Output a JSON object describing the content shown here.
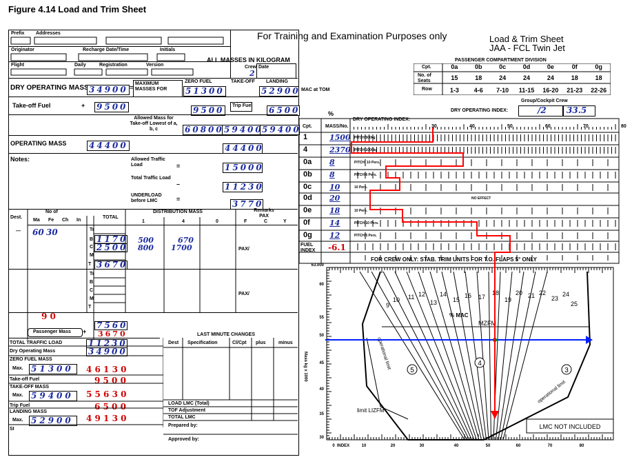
{
  "figure_title": "Figure 4.14  Load and Trim Sheet",
  "header": {
    "training_note": "For Training and Examination Purposes only",
    "sheet_title": "Load & Trim Sheet",
    "sheet_subtitle": "JAA - FCL Twin Jet",
    "all_masses": "ALL MASSES IN KILOGRAM",
    "crew": "Crew",
    "crew_value": "2",
    "date": "Date",
    "prefix": "Prefix",
    "addresses": "Addresses",
    "originator": "Originator",
    "recharge": "Recharge Date/Time",
    "initials": "Initials",
    "flight": "Flight",
    "daily": "Daily",
    "registration": "Registration",
    "version": "Version"
  },
  "masses": {
    "dry_operating_mass_label": "DRY OPERATING MASS",
    "dry_operating_mass": "34900",
    "takeoff_fuel_label": "Take-off Fuel",
    "takeoff_fuel": "9500",
    "max_masses_for": "MAXIMUM MASSES FOR",
    "zero_fuel_label": "ZERO FUEL",
    "zero_fuel": "51300",
    "takeoff_label": "TAKE-OFF",
    "landing_label": "LANDING",
    "landing": "52900",
    "zf_takeoff_fuel": "9500",
    "trip_fuel_btn": "Trip Fuel",
    "trip_fuel": "6500",
    "allowed_mass_label": "Allowed Mass for Take-off Lowest of a, b, c",
    "allowed_a": "60800",
    "allowed_b": "59400",
    "allowed_c": "59400",
    "operating_mass_label": "OPERATING MASS",
    "operating_mass": "44400",
    "operating_mass_minus": "44400",
    "notes_label": "Notes:",
    "allowed_traffic_load_label": "Allowed Traffic Load",
    "allowed_traffic_load": "15000",
    "total_traffic_load_label": "Total Traffic Load",
    "total_traffic_load": "11230",
    "underload_label": "UNDERLOAD before LMC",
    "underload": "3770",
    "mac_at_tom": "MAC at TOM",
    "mac_percent": "%"
  },
  "distribution": {
    "dest": "Dest.",
    "no_of": "No of",
    "cols": [
      "Ma",
      "Fe",
      "Ch",
      "In"
    ],
    "ma": "60",
    "fe": "30",
    "total": "TOTAL",
    "dist_mass": "DISTRIBUTION MASS",
    "dist_cols": [
      "1",
      "4",
      "0"
    ],
    "remarks": "Remarks PAX",
    "remark_cols": [
      "F",
      "C",
      "Y"
    ],
    "rows": [
      "Tr",
      "B",
      "C",
      "M",
      "T"
    ],
    "b_total": "1170",
    "c_total": "2500",
    "t_total": "3670",
    "b_1": "500",
    "b_4": "670",
    "c_1": "800",
    "c_4": "1700",
    "pax": "PAX/",
    "pax_count": "9 0",
    "passenger_mass": "Passenger Mass",
    "pass_total_1": "7560",
    "pass_total_2": "3670"
  },
  "summary": {
    "total_traffic_load_label": "TOTAL TRAFFIC LOAD",
    "total_traffic_load": "11230",
    "dry_operating_mass_label": "Dry Operating Mass",
    "dry_operating_mass": "34900",
    "zero_fuel_mass_label": "ZERO FUEL MASS",
    "max": "Max.",
    "zfm_max": "51300",
    "zfm_actual": "4 6 1 3 0",
    "takeoff_fuel_label": "Take-off Fuel",
    "takeoff_fuel": "9 5 0 0",
    "takeoff_mass_label": "TAKE-OFF MASS",
    "tom_max": "59400",
    "tom_actual": "5 5 6 3 0",
    "trip_fuel_label": "Trip Fuel",
    "trip_fuel": "6 5 0 0",
    "landing_mass_label": "LANDING MASS",
    "lm_max": "52900",
    "lm_actual": "4 9 1 3 0",
    "si": "SI",
    "lmc_title": "LAST MINUTE CHANGES",
    "lmc_cols": [
      "Dest",
      "Specification",
      "Cl/Cpt",
      "plus",
      "minus"
    ],
    "load_lmc_total": "LOAD LMC (Total)",
    "tof_adjustment": "TOF Adjustment",
    "total_lmc": "TOTAL LMC",
    "prepared_by": "Prepared by:",
    "approved_by": "Approved by:"
  },
  "compartments": {
    "title": "PASSENGER COMPARTMENT DIVISION",
    "cpt_label": "Cpt.",
    "seats_label": "No. of Seats",
    "row_label": "Row",
    "names": [
      "0a",
      "0b",
      "0c",
      "0d",
      "0e",
      "0f",
      "0g"
    ],
    "seats": [
      "15",
      "18",
      "24",
      "24",
      "24",
      "18",
      "18"
    ],
    "rows": [
      "1-3",
      "4-6",
      "7-10",
      "11-15",
      "16-20",
      "21-23",
      "22-26"
    ],
    "group_crew": "Group/Cockpit Crew",
    "doi_label": "DRY OPERATING INDEX:",
    "doi_crew": "/2",
    "doi_value": "33.5"
  },
  "index_chart": {
    "cpt_label": "Cpt.",
    "mass_no_label": "MASS/No.",
    "doi_label": "DRY OPERATING INDEX:",
    "scale_ticks": [
      "30",
      "40",
      "50",
      "60",
      "70",
      "80"
    ],
    "rows": [
      {
        "cpt": "1",
        "mass": "1500",
        "note": "PITCH 500kg"
      },
      {
        "cpt": "4",
        "mass": "2370",
        "note": "PITCH 1000kg"
      },
      {
        "cpt": "0a",
        "mass": "8",
        "note": "PITCH: 10 Pers."
      },
      {
        "cpt": "0b",
        "mass": "8",
        "note": "PITCH 6 Pers."
      },
      {
        "cpt": "0c",
        "mass": "10",
        "note": "10 Pers."
      },
      {
        "cpt": "0d",
        "mass": "20",
        "note": "NO EFFECT"
      },
      {
        "cpt": "0e",
        "mass": "18",
        "note": "10 Pers."
      },
      {
        "cpt": "0f",
        "mass": "14",
        "note": "PITCH 10 Pers."
      },
      {
        "cpt": "0g",
        "mass": "12",
        "note": "PITCH 5 Pers."
      }
    ],
    "fuel_index_label": "FUEL INDEX",
    "fuel_index": "-6.1",
    "crew_only": "FOR CREW ONLY: STAB. TRIM UNITS FOR T.O. FLAPS 5° ONLY"
  },
  "envelope": {
    "y_ticks": [
      "63.000",
      "60",
      "55",
      "50",
      "45",
      "40",
      "35",
      "30"
    ],
    "x_ticks": [
      "0",
      "INDEX",
      "10",
      "20",
      "30",
      "40",
      "50",
      "60",
      "70",
      "80"
    ],
    "ylabel": "Mass kg x 1000",
    "mac_lines": [
      "9",
      "10",
      "11",
      "12",
      "13",
      "14",
      "15",
      "16",
      "17",
      "18",
      "19",
      "20",
      "21",
      "22",
      "23",
      "24",
      "25"
    ],
    "mac_label": "% MAC",
    "mzfm": "MZFM",
    "operational_limit_left": "operational limit",
    "operational_limit_right": "operational limit",
    "limit_lizfm": "limit LIZFM",
    "region_labels": [
      "5",
      "4",
      "3"
    ],
    "lmc_not_included": "LMC NOT INCLUDED",
    "colors": {
      "trim_line": "#ff0000",
      "mass_line": "#0020ff",
      "point": "#008000"
    }
  }
}
